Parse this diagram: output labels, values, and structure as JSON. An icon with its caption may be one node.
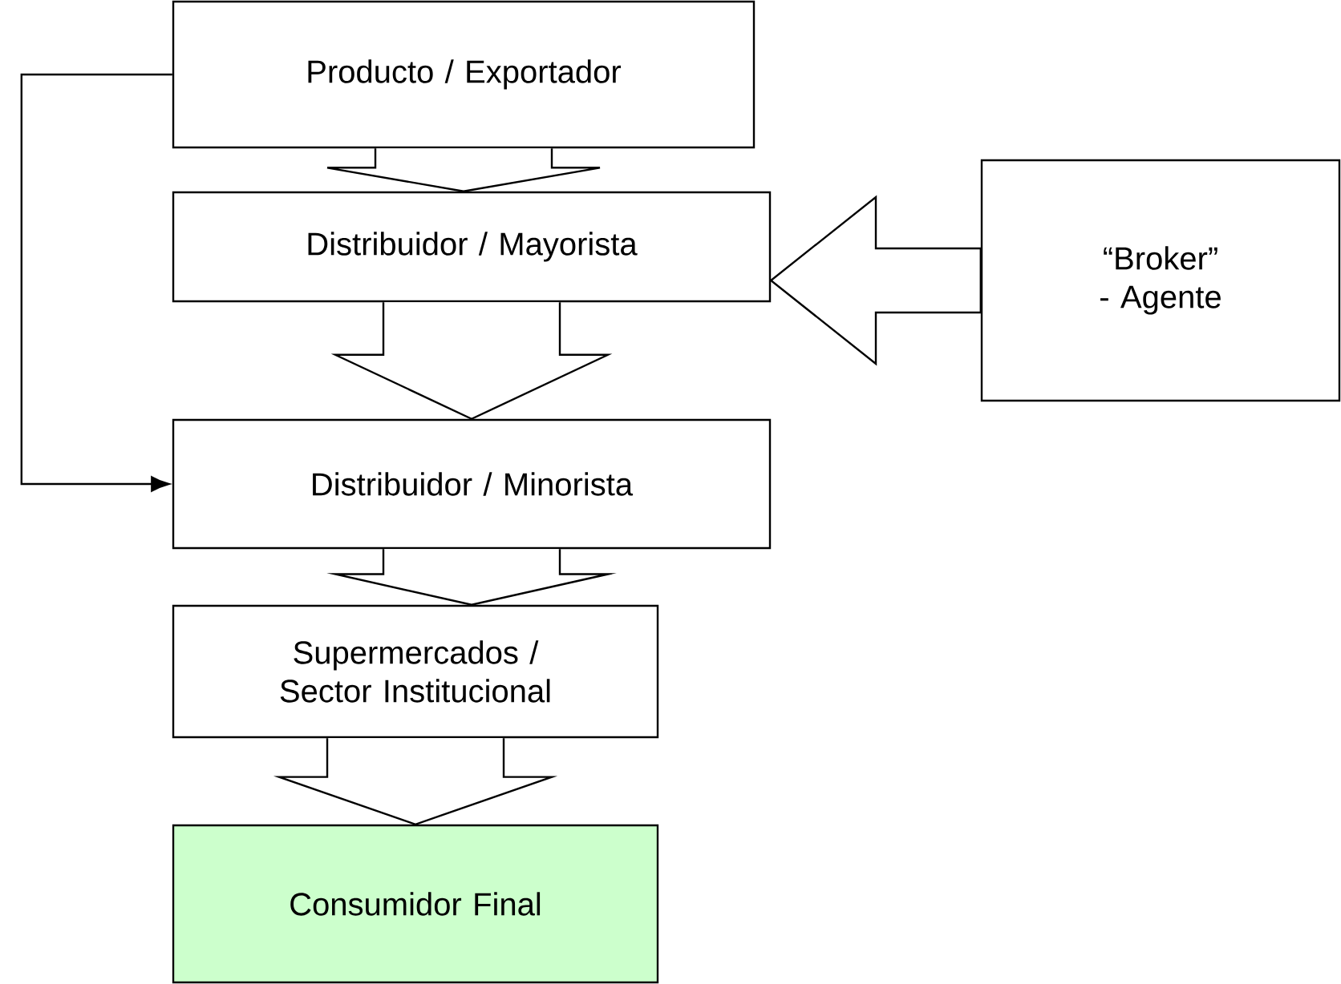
{
  "diagram": {
    "nodes": [
      {
        "text": [
          "Producto / Exportador"
        ]
      },
      {
        "text": [
          "Distribuidor / Mayorista"
        ]
      },
      {
        "text": [
          "“Broker” - Agente"
        ]
      },
      {
        "text": [
          "Distribuidor / Minorista"
        ]
      },
      {
        "text": [
          "Supermercados / Sector Institucional"
        ]
      },
      {
        "text": [
          "Consumidor Final"
        ]
      }
    ],
    "edges": [
      {
        "from": 0,
        "to": 1,
        "arrow": "to"
      },
      {
        "from": 2,
        "to": 1,
        "arrow": "to"
      },
      {
        "from": 0,
        "to": 3,
        "arrow": "to"
      },
      {
        "from": 1,
        "to": 3,
        "arrow": "to"
      },
      {
        "from": 3,
        "to": 4,
        "arrow": "to"
      },
      {
        "from": 4,
        "to": 5,
        "arrow": "to"
      }
    ]
  }
}
